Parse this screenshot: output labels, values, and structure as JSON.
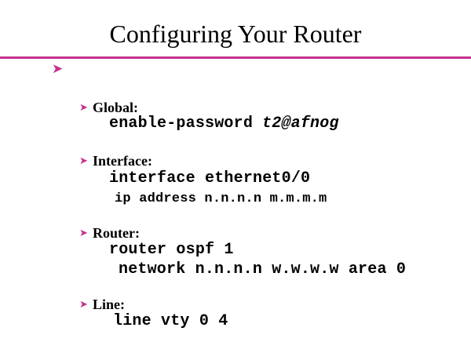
{
  "slide": {
    "title": "Configuring Your Router",
    "accent_color": "#C5308C",
    "bullet_glyph": "➤",
    "sections": [
      {
        "label": "Global:",
        "lines": [
          {
            "code": "enable-password",
            "em": "t2@afnog"
          }
        ]
      },
      {
        "label": "Interface:",
        "lines": [
          {
            "code": "interface ethernet0/0"
          },
          {
            "code": "ip address n.n.n.n m.m.m.m"
          }
        ]
      },
      {
        "label": "Router:",
        "lines": [
          {
            "code": "router ospf 1"
          },
          {
            "code": "network n.n.n.n w.w.w.w area 0"
          }
        ]
      },
      {
        "label": "Line:",
        "lines": [
          {
            "code": "line vty 0 4"
          }
        ]
      }
    ]
  }
}
